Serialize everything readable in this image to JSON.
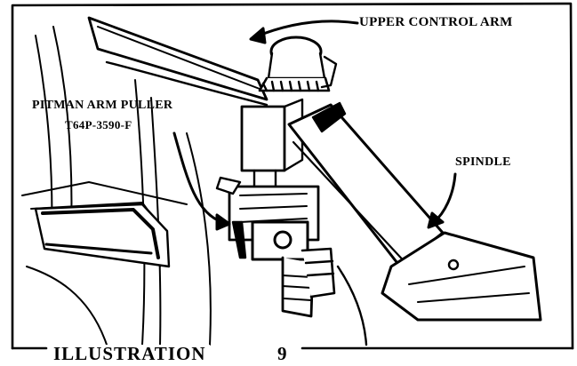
{
  "labels": {
    "upper_control_arm": "UPPER CONTROL ARM",
    "pitman_arm_puller": "PITMAN ARM PULLER",
    "part_number": "T64P-3590-F",
    "spindle": "SPINDLE"
  },
  "caption": {
    "text": "ILLUSTRATION",
    "number": "9"
  },
  "colors": {
    "ink": "#000000",
    "paper": "#ffffff"
  }
}
